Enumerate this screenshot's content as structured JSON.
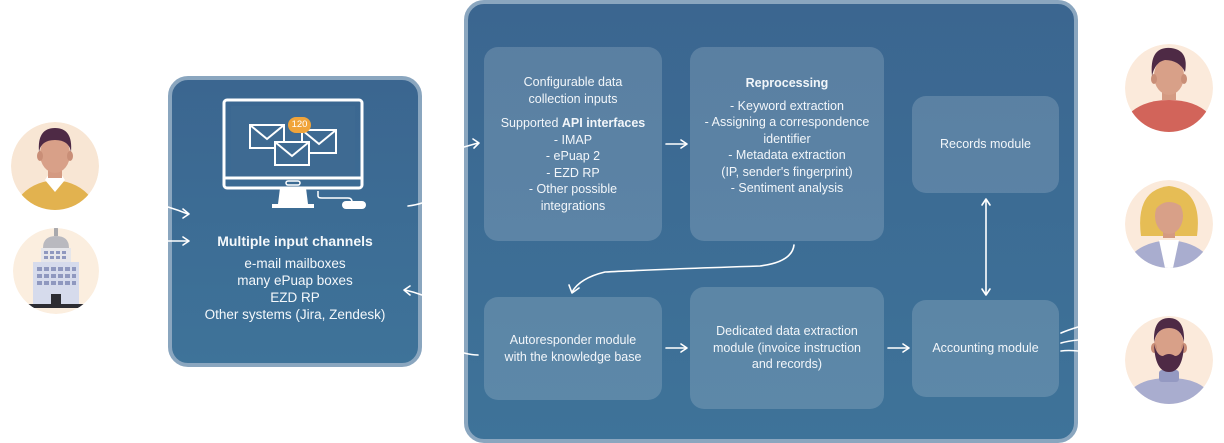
{
  "input_panel": {
    "notification_badge": "120",
    "title": "Multiple input channels",
    "lines": [
      "e-mail mailboxes",
      "many ePuap boxes",
      "EZD RP",
      "Other systems (Jira, Zendesk)"
    ]
  },
  "main_panel": {
    "config_card": {
      "line1": "Configurable data",
      "line2": "collection inputs",
      "api_prefix": "Supported ",
      "api_bold": "API interfaces",
      "items": [
        "- IMAP",
        "- ePuap 2",
        "- EZD RP",
        "- Other possible",
        "integrations"
      ]
    },
    "reprocessing_card": {
      "title": "Reprocessing",
      "items": [
        "- Keyword extraction",
        "- Assigning a correspondence",
        "identifier",
        "- Metadata extraction",
        "(IP, sender's fingerprint)",
        "- Sentiment analysis"
      ]
    },
    "records_card": {
      "label": "Records module"
    },
    "autoresponder_card": {
      "lines": [
        "Autoresponder module",
        "with the knowledge base"
      ]
    },
    "extraction_card": {
      "lines": [
        "Dedicated data extraction",
        "module (invoice instruction",
        "and records)"
      ]
    },
    "accounting_card": {
      "label": "Accounting module"
    }
  },
  "icons": {
    "left_avatars": [
      "man-avatar-icon",
      "government-building-icon"
    ],
    "right_avatars": [
      "man-red-shirt-avatar-icon",
      "blonde-woman-avatar-icon",
      "bearded-man-avatar-icon"
    ],
    "monitor": "computer-with-mail-icon"
  },
  "colors": {
    "panel_bg": "#3b6690",
    "panel_border": "#8aa6bf",
    "badge": "#f0a43a",
    "avatar_bg": "#fae9d6"
  }
}
